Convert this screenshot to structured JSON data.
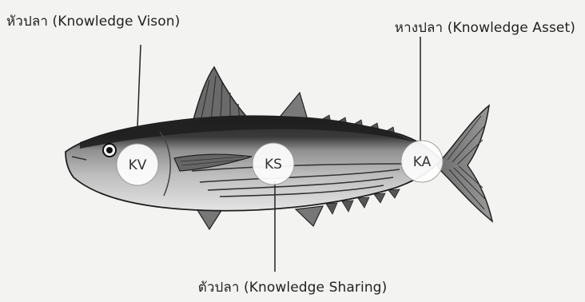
{
  "labels": {
    "head": "หัวปลา (Knowledge Vison)",
    "tail": "หางปลา (Knowledge Asset)",
    "body": "ตัวปลา (Knowledge Sharing)"
  },
  "markers": {
    "kv": "KV",
    "ks": "KS",
    "ka": "KA"
  },
  "colors": {
    "background": "#f3f3f1",
    "fish_dark": "#2b2b2b",
    "fish_mid": "#8e8e8e",
    "fish_light": "#dcdcdc",
    "circle_fill": "#ffffff"
  }
}
